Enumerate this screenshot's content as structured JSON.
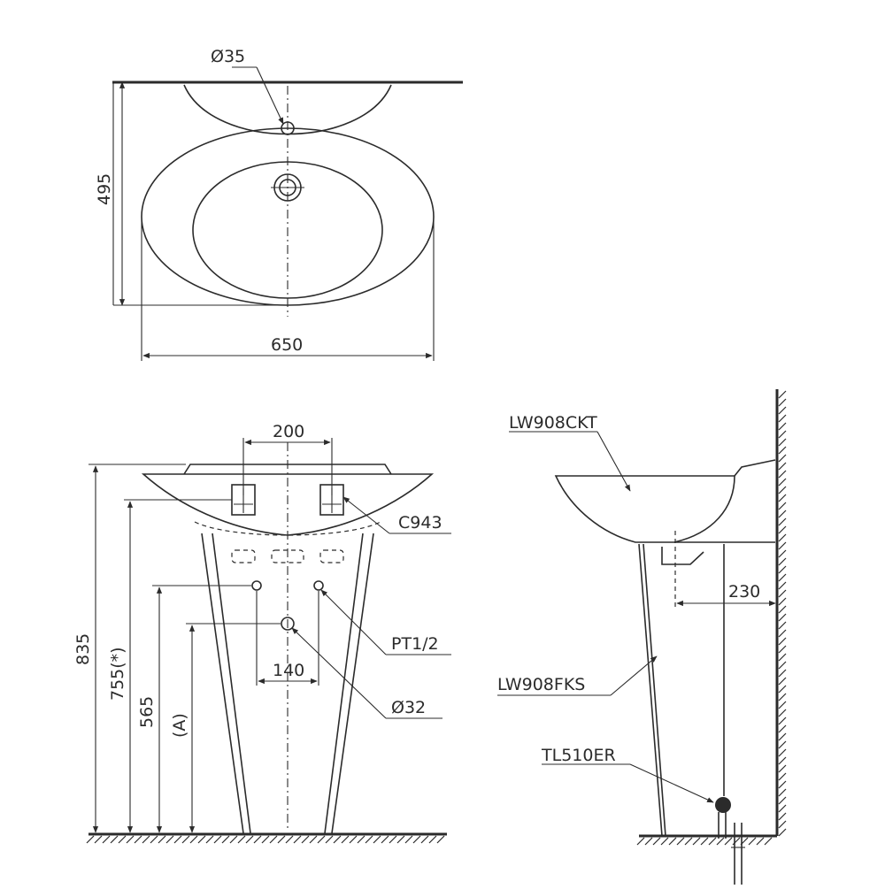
{
  "top_view": {
    "dim_hole": "Ø35",
    "dim_depth": "495",
    "dim_width": "650"
  },
  "front_view": {
    "dim_spacing_top": "200",
    "dim_spacing_bottom": "140",
    "dim_total_height": "835",
    "dim_rim_height": "755(*)",
    "dim_supply_height": "565",
    "dim_drain_height": "(A)",
    "label_fitting": "C943",
    "label_thread": "PT1/2",
    "label_drain": "Ø32"
  },
  "side_view": {
    "label_basin": "LW908CKT",
    "label_pedestal": "LW908FKS",
    "label_trap": "TL510ER",
    "dim_wall_offset": "230"
  }
}
